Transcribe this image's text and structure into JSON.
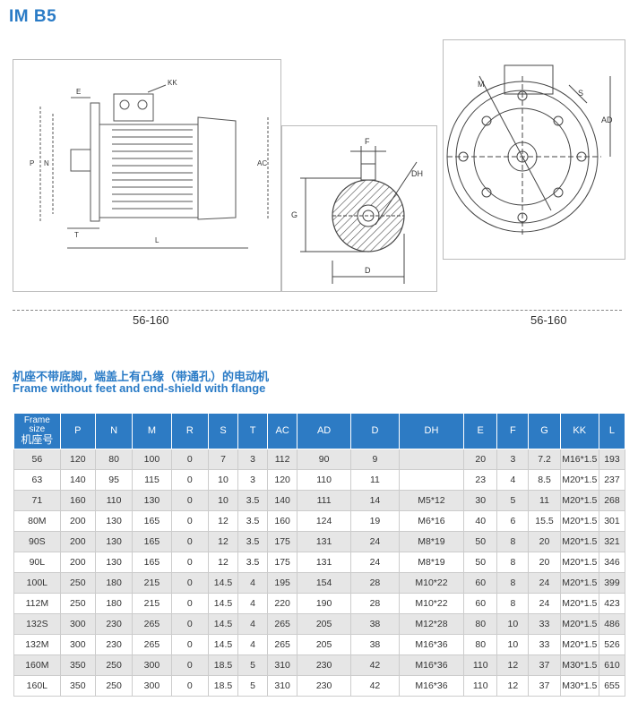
{
  "title": "IM B5",
  "drawings": {
    "left": {
      "labels": {
        "e": "E",
        "kk": "KK",
        "p": "P",
        "n": "N",
        "ac": "AC",
        "t": "T",
        "l": "L"
      },
      "caption": "56-160"
    },
    "middle": {
      "labels": {
        "f": "F",
        "g": "G",
        "dh": "DH",
        "d": "D"
      }
    },
    "right": {
      "labels": {
        "m": "M",
        "s": "S",
        "ad": "AD"
      },
      "caption": "56-160"
    }
  },
  "heading_cn": "机座不带底脚，端盖上有凸缘（带通孔）的电动机",
  "heading_en": "Frame without feet and end-shield with flange",
  "table": {
    "header_frame_en": "Frame size",
    "header_frame_cn": "机座号",
    "columns": [
      "P",
      "N",
      "M",
      "R",
      "S",
      "T",
      "AC",
      "AD",
      "D",
      "DH",
      "E",
      "F",
      "G",
      "KK",
      "L"
    ],
    "rows": [
      [
        "56",
        "120",
        "80",
        "100",
        "0",
        "7",
        "3",
        "112",
        "90",
        "9",
        "",
        "20",
        "3",
        "7.2",
        "M16*1.5",
        "193"
      ],
      [
        "63",
        "140",
        "95",
        "115",
        "0",
        "10",
        "3",
        "120",
        "110",
        "11",
        "",
        "23",
        "4",
        "8.5",
        "M20*1.5",
        "237"
      ],
      [
        "71",
        "160",
        "110",
        "130",
        "0",
        "10",
        "3.5",
        "140",
        "111",
        "14",
        "M5*12",
        "30",
        "5",
        "11",
        "M20*1.5",
        "268"
      ],
      [
        "80M",
        "200",
        "130",
        "165",
        "0",
        "12",
        "3.5",
        "160",
        "124",
        "19",
        "M6*16",
        "40",
        "6",
        "15.5",
        "M20*1.5",
        "301"
      ],
      [
        "90S",
        "200",
        "130",
        "165",
        "0",
        "12",
        "3.5",
        "175",
        "131",
        "24",
        "M8*19",
        "50",
        "8",
        "20",
        "M20*1.5",
        "321"
      ],
      [
        "90L",
        "200",
        "130",
        "165",
        "0",
        "12",
        "3.5",
        "175",
        "131",
        "24",
        "M8*19",
        "50",
        "8",
        "20",
        "M20*1.5",
        "346"
      ],
      [
        "100L",
        "250",
        "180",
        "215",
        "0",
        "14.5",
        "4",
        "195",
        "154",
        "28",
        "M10*22",
        "60",
        "8",
        "24",
        "M20*1.5",
        "399"
      ],
      [
        "112M",
        "250",
        "180",
        "215",
        "0",
        "14.5",
        "4",
        "220",
        "190",
        "28",
        "M10*22",
        "60",
        "8",
        "24",
        "M20*1.5",
        "423"
      ],
      [
        "132S",
        "300",
        "230",
        "265",
        "0",
        "14.5",
        "4",
        "265",
        "205",
        "38",
        "M12*28",
        "80",
        "10",
        "33",
        "M20*1.5",
        "486"
      ],
      [
        "132M",
        "300",
        "230",
        "265",
        "0",
        "14.5",
        "4",
        "265",
        "205",
        "38",
        "M16*36",
        "80",
        "10",
        "33",
        "M20*1.5",
        "526"
      ],
      [
        "160M",
        "350",
        "250",
        "300",
        "0",
        "18.5",
        "5",
        "310",
        "230",
        "42",
        "M16*36",
        "110",
        "12",
        "37",
        "M30*1.5",
        "610"
      ],
      [
        "160L",
        "350",
        "250",
        "300",
        "0",
        "18.5",
        "5",
        "310",
        "230",
        "42",
        "M16*36",
        "110",
        "12",
        "37",
        "M30*1.5",
        "655"
      ]
    ]
  }
}
